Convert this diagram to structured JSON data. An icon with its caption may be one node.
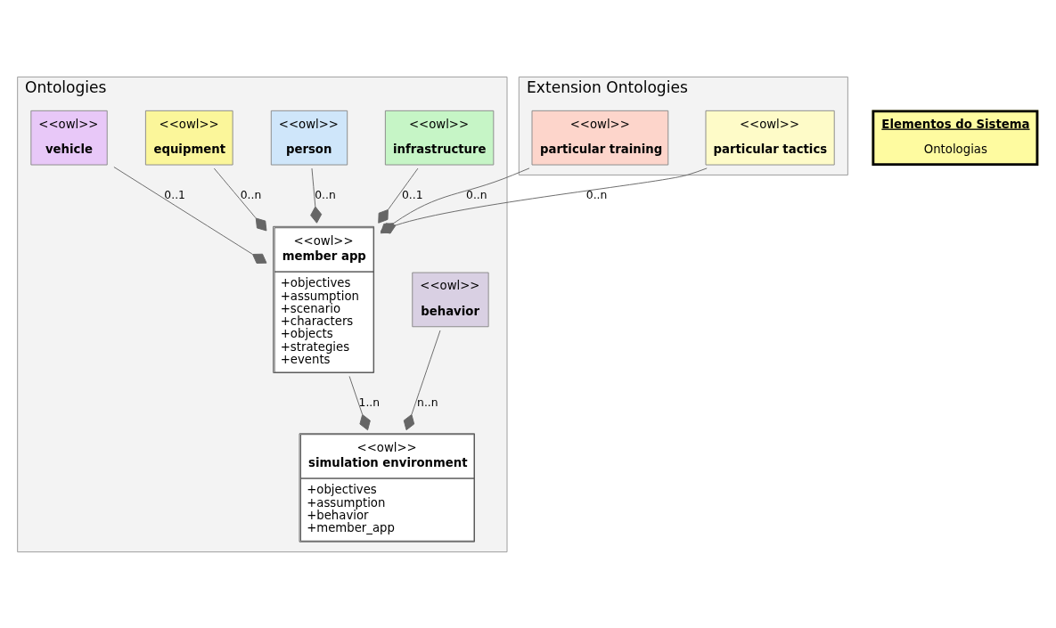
{
  "diagram": {
    "nodes": [
      {
        "text": [
          "Ontologies"
        ]
      },
      {
        "text": [
          "<<owl>>",
          "behavior"
        ],
        "in": 0
      },
      {
        "text": [
          "<<owl>>",
          "simulation environment",
          "+objectives",
          "+assumption",
          "+behavior",
          "+member_app"
        ],
        "in": 0
      },
      {
        "text": [
          "<<owl>>",
          "infrastructure"
        ],
        "in": 0
      },
      {
        "text": [
          "<<owl>>",
          "person"
        ],
        "in": 0
      },
      {
        "text": [
          "<<owl>>",
          "equipment"
        ],
        "in": 0
      },
      {
        "text": [
          "<<owl>>",
          "vehicle"
        ],
        "in": 0
      },
      {
        "text": [
          "<<owl>>",
          "member app",
          "+objectives",
          "+assumption",
          "+scenario",
          "+characters",
          "+objects",
          "+strategies",
          "+events"
        ],
        "in": 0
      },
      {
        "text": [
          "Extension Ontologies"
        ]
      },
      {
        "text": [
          "<<owl>>",
          "particular training"
        ],
        "in": 8
      },
      {
        "text": [
          "<<owl>>",
          "particular tactics"
        ],
        "in": 8
      },
      {
        "text": [
          "Elementos do Sistema",
          "Ontologias"
        ]
      }
    ],
    "edges": [
      {
        "from": 1,
        "to": 2,
        "arrow": "other",
        "label": "n..n"
      },
      {
        "from": 7,
        "to": 2,
        "arrow": "other",
        "label": "1..n"
      },
      {
        "from": 3,
        "to": 7,
        "arrow": "other",
        "label": "0..1"
      },
      {
        "from": 4,
        "to": 7,
        "arrow": "other",
        "label": "0..n"
      },
      {
        "from": 5,
        "to": 7,
        "arrow": "other",
        "label": "0..n"
      },
      {
        "from": 6,
        "to": 7,
        "arrow": "other",
        "label": "0..1"
      },
      {
        "from": 9,
        "to": 7,
        "arrow": "other",
        "label": "0..n"
      },
      {
        "from": 10,
        "to": 7,
        "arrow": "other",
        "label": "0..n"
      }
    ]
  }
}
